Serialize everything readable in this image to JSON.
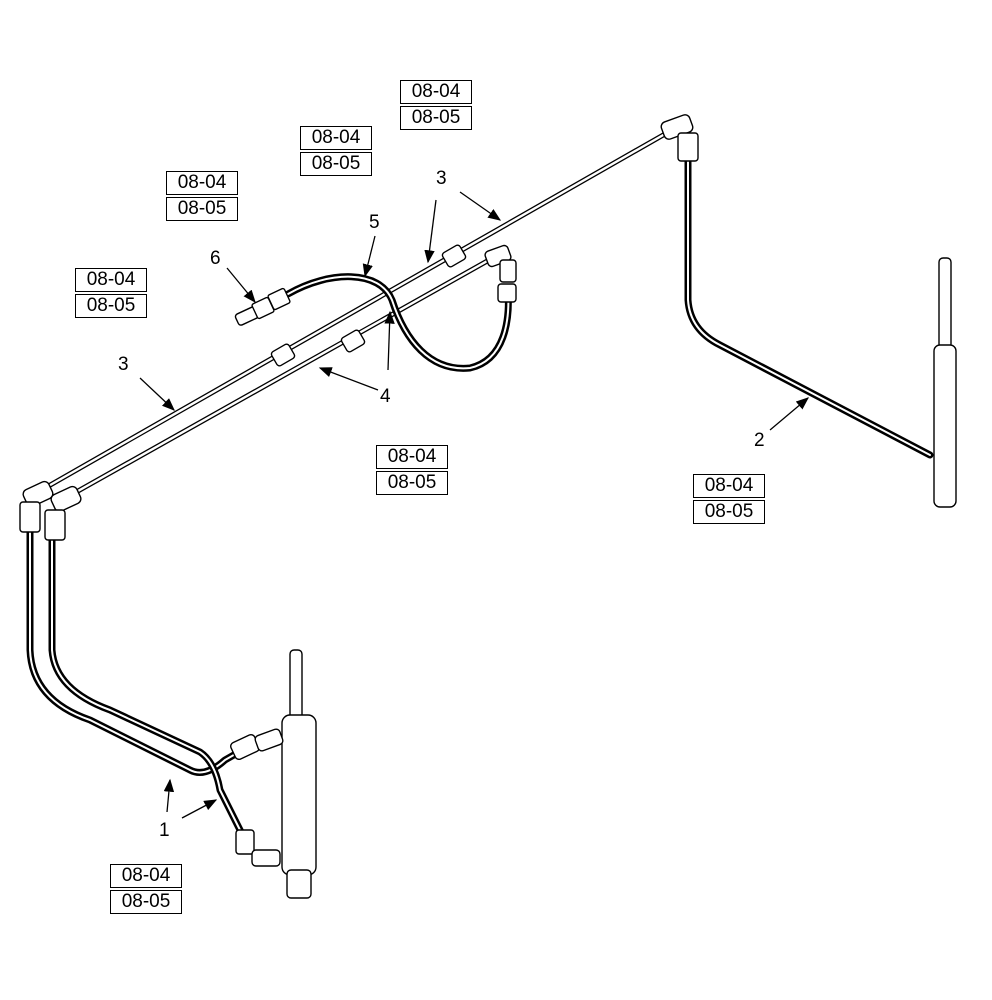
{
  "callouts": {
    "c1": "1",
    "c2": "2",
    "c3a": "3",
    "c3b": "3",
    "c4": "4",
    "c5": "5",
    "c6": "6"
  },
  "references": [
    {
      "top": "08-04",
      "bottom": "08-05"
    },
    {
      "top": "08-04",
      "bottom": "08-05"
    },
    {
      "top": "08-04",
      "bottom": "08-05"
    },
    {
      "top": "08-04",
      "bottom": "08-05"
    },
    {
      "top": "08-04",
      "bottom": "08-05"
    },
    {
      "top": "08-04",
      "bottom": "08-05"
    },
    {
      "top": "08-04",
      "bottom": "08-05"
    }
  ]
}
